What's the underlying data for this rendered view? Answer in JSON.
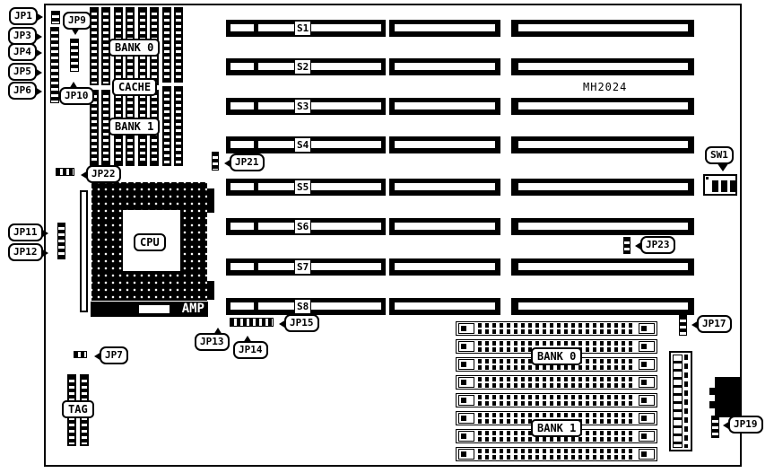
{
  "diagram": {
    "board_model": "MH2024",
    "colors": {
      "ink": "#000000",
      "paper": "#ffffff"
    }
  },
  "callouts": {
    "jp1": "JP1",
    "jp3": "JP3",
    "jp4": "JP4",
    "jp5": "JP5",
    "jp6": "JP6",
    "jp7": "JP7",
    "jp9": "JP9",
    "jp10": "JP10",
    "jp11": "JP11",
    "jp12": "JP12",
    "jp13": "JP13",
    "jp14": "JP14",
    "jp15": "JP15",
    "jp17": "JP17",
    "jp19": "JP19",
    "jp21": "JP21",
    "jp22": "JP22",
    "jp23": "JP23",
    "sw1": "SW1"
  },
  "slots": {
    "labels": [
      "S1",
      "S2",
      "S3",
      "S4",
      "S5",
      "S6",
      "S7",
      "S8"
    ]
  },
  "cache": {
    "bank0": "BANK 0",
    "label": "CACHE",
    "bank1": "BANK 1",
    "tag": "TAG"
  },
  "cpu": {
    "label": "CPU",
    "socket_brand": "AMP"
  },
  "memory": {
    "bank0": "BANK 0",
    "bank1": "BANK 1"
  }
}
